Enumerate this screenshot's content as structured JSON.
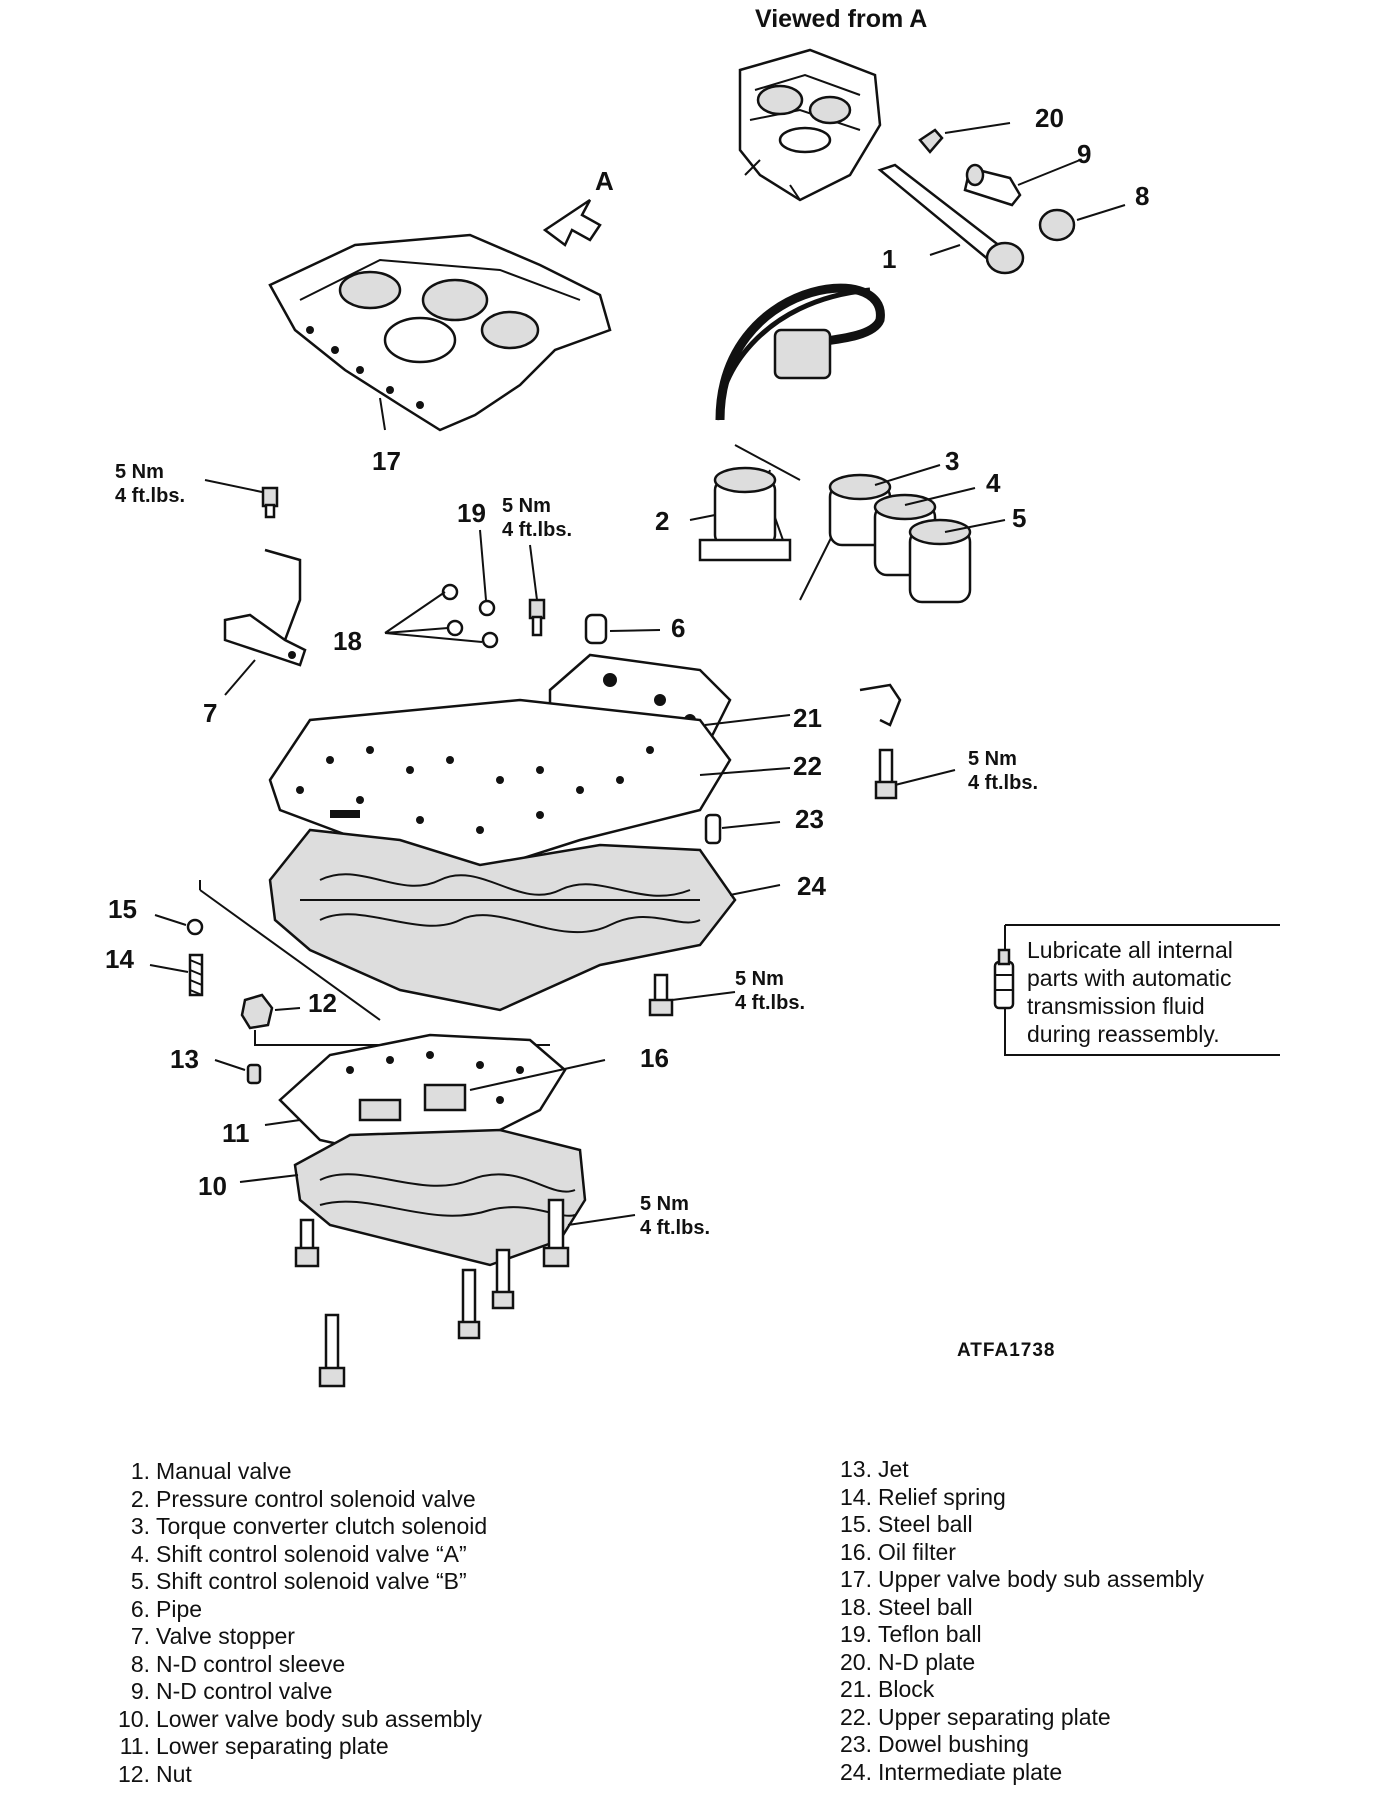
{
  "header": {
    "title": "Viewed from A"
  },
  "arrow_label": "A",
  "figure_code": "ATFA1738",
  "torque": {
    "nm": "5 Nm",
    "ftlbs": "4 ft.lbs."
  },
  "callouts": [
    "1",
    "2",
    "3",
    "4",
    "5",
    "6",
    "7",
    "8",
    "9",
    "10",
    "11",
    "12",
    "13",
    "14",
    "15",
    "16",
    "17",
    "18",
    "19",
    "20",
    "21",
    "22",
    "23",
    "24"
  ],
  "note": [
    "Lubricate all internal",
    "parts with automatic",
    "transmission fluid",
    "during reassembly."
  ],
  "legend_left": [
    {
      "num": "1.",
      "text": "Manual valve"
    },
    {
      "num": "2.",
      "text": "Pressure control solenoid valve"
    },
    {
      "num": "3.",
      "text": "Torque converter clutch solenoid"
    },
    {
      "num": "4.",
      "text": "Shift control solenoid valve “A”"
    },
    {
      "num": "5.",
      "text": "Shift control solenoid valve “B”"
    },
    {
      "num": "6.",
      "text": "Pipe"
    },
    {
      "num": "7.",
      "text": "Valve stopper"
    },
    {
      "num": "8.",
      "text": "N-D control sleeve"
    },
    {
      "num": "9.",
      "text": "N-D control valve"
    },
    {
      "num": "10.",
      "text": "Lower valve body sub assembly"
    },
    {
      "num": "11.",
      "text": "Lower separating plate"
    },
    {
      "num": "12.",
      "text": "Nut"
    }
  ],
  "legend_right": [
    {
      "num": "13.",
      "text": "Jet"
    },
    {
      "num": "14.",
      "text": "Relief spring"
    },
    {
      "num": "15.",
      "text": "Steel ball"
    },
    {
      "num": "16.",
      "text": "Oil filter"
    },
    {
      "num": "17.",
      "text": "Upper valve body sub assembly"
    },
    {
      "num": "18.",
      "text": "Steel ball"
    },
    {
      "num": "19.",
      "text": "Teflon ball"
    },
    {
      "num": "20.",
      "text": "N-D plate"
    },
    {
      "num": "21.",
      "text": "Block"
    },
    {
      "num": "22.",
      "text": "Upper separating plate"
    },
    {
      "num": "23.",
      "text": "Dowel bushing"
    },
    {
      "num": "24.",
      "text": "Intermediate plate"
    }
  ]
}
